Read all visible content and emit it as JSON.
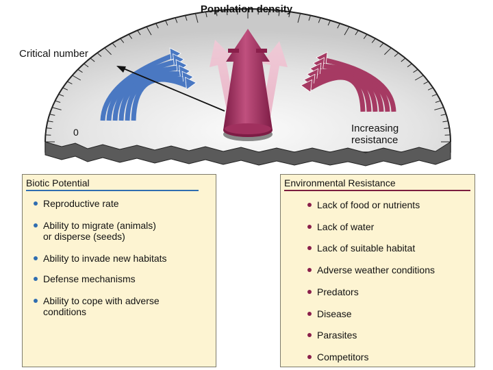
{
  "title": "Population density",
  "critical_label": "Critical number",
  "zero_label": "0",
  "resistance_label_line1": "Increasing",
  "resistance_label_line2": "resistance",
  "biotic": {
    "heading": "Biotic Potential",
    "items": [
      {
        "line1": "Reproductive rate",
        "line2": ""
      },
      {
        "line1": "Ability to migrate (animals)",
        "line2": "or disperse (seeds)"
      },
      {
        "line1": "Ability to invade new habitats",
        "line2": ""
      },
      {
        "line1": "Defense mechanisms",
        "line2": ""
      },
      {
        "line1": "Ability to cope with adverse",
        "line2": "conditions"
      }
    ]
  },
  "environmental": {
    "heading": "Environmental Resistance",
    "items": [
      "Lack of food or nutrients",
      "Lack of water",
      "Lack of suitable habitat",
      "Adverse weather conditions",
      "Predators",
      "Disease",
      "Parasites",
      "Competitors"
    ]
  },
  "colors": {
    "biotic_blue": "#4a78c2",
    "resistance_maroon": "#a63a63",
    "central_arrow": "#a0305e",
    "gauge_face": "#e2e2e2",
    "panel_fill": "#fdf4d2"
  }
}
